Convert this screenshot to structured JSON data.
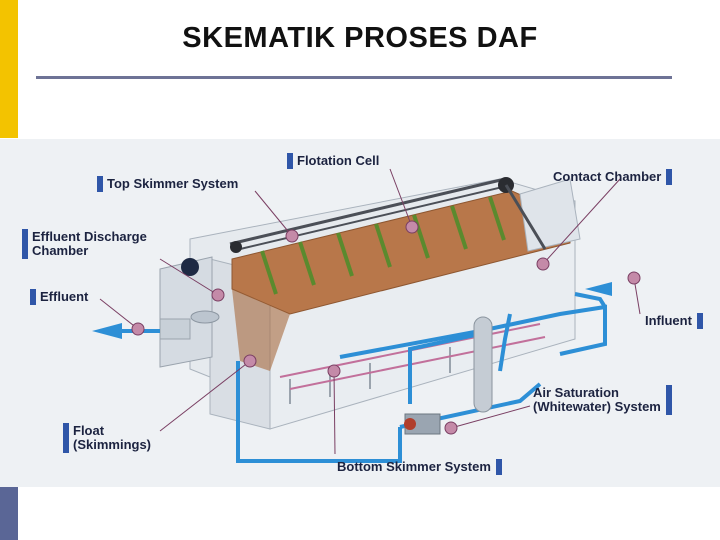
{
  "slide": {
    "title": "SKEMATIK PROSES DAF"
  },
  "labels": {
    "flotation_cell": "Flotation Cell",
    "top_skimmer_system": "Top Skimmer System",
    "contact_chamber": "Contact Chamber",
    "effluent_discharge_chamber_line1": "Effluent Discharge",
    "effluent_discharge_chamber_line2": "Chamber",
    "effluent": "Effluent",
    "influent": "Influent",
    "air_saturation_line1": "Air Saturation",
    "air_saturation_line2": "(Whitewater) System",
    "float_line1": "Float",
    "float_line2": "(Skimmings)",
    "bottom_skimmer_system": "Bottom Skimmer System"
  },
  "colors": {
    "accent_yellow": "#f3c300",
    "accent_navy": "#5a6696",
    "label_tag_blue": "#2f56a8",
    "tank_sludge_brown": "#b8774a",
    "pipe_blue": "#2d8fd6",
    "marker_pink": "#c48aa8"
  }
}
